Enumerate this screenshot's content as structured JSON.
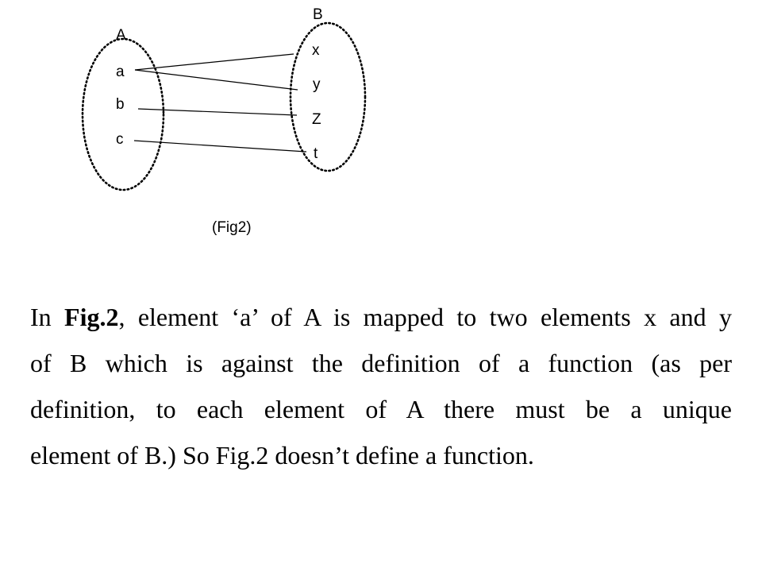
{
  "figure": {
    "set_a": {
      "label": "A",
      "elements": [
        "a",
        "b",
        "c"
      ]
    },
    "set_b": {
      "label": "B",
      "elements": [
        "x",
        "y",
        "Z",
        "t"
      ]
    },
    "mappings": [
      {
        "from": "a",
        "to": "x"
      },
      {
        "from": "a",
        "to": "y"
      },
      {
        "from": "b",
        "to": "Z"
      },
      {
        "from": "c",
        "to": "t"
      }
    ],
    "caption": "(Fig2)"
  },
  "text": {
    "line1": {
      "prefix": "In ",
      "bold": "Fig.2",
      "rest": ", element ‘a’ of A is mapped to two elements x and y"
    },
    "line2": "of B which is against the definition of a function (as per",
    "line3": "definition, to each element of A there must be a unique",
    "line4": "element of B.) So Fig.2  doesn’t define a function."
  }
}
